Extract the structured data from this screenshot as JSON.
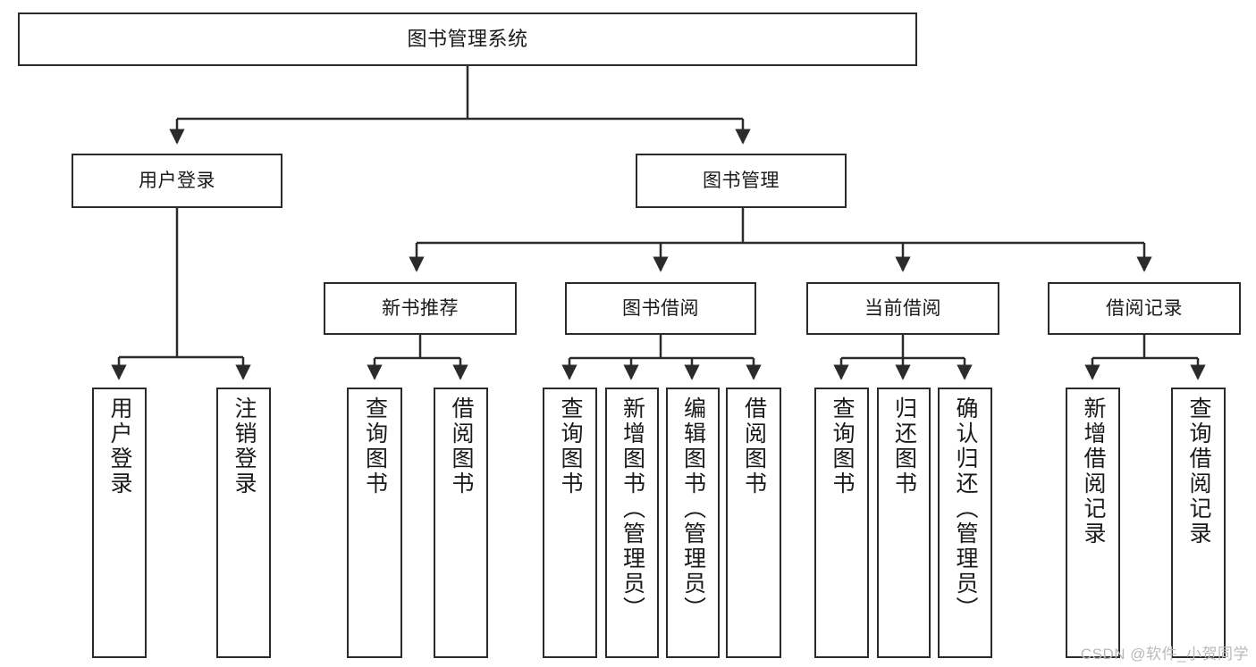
{
  "diagram": {
    "title": "图书管理系统",
    "type": "tree-hierarchy",
    "watermark": "CSDN @软件_小贺同学",
    "colors": {
      "box_border": "#2b2b2b",
      "box_fill": "#ffffff",
      "connector": "#2b2b2b",
      "text": "#1a1a1a",
      "watermark": "#b9b9b9"
    }
  },
  "nodes": {
    "root": {
      "label": "图书管理系统"
    },
    "level2": [
      {
        "label": "用户登录"
      },
      {
        "label": "图书管理"
      }
    ],
    "level3": [
      {
        "label": "新书推荐"
      },
      {
        "label": "图书借阅"
      },
      {
        "label": "当前借阅"
      },
      {
        "label": "借阅记录"
      }
    ],
    "leaves": {
      "user_login": [
        {
          "label": "用户登录"
        },
        {
          "label": "注销登录"
        }
      ],
      "new_book": [
        {
          "label": "查询图书"
        },
        {
          "label": "借阅图书"
        }
      ],
      "book_borrow": [
        {
          "label": "查询图书"
        },
        {
          "label": "新增图书（管理员）"
        },
        {
          "label": "编辑图书（管理员）"
        },
        {
          "label": "借阅图书"
        }
      ],
      "current_borrow": [
        {
          "label": "查询图书"
        },
        {
          "label": "归还图书"
        },
        {
          "label": "确认归还（管理员）"
        }
      ],
      "borrow_record": [
        {
          "label": "新增借阅记录"
        },
        {
          "label": "查询借阅记录"
        }
      ]
    }
  }
}
